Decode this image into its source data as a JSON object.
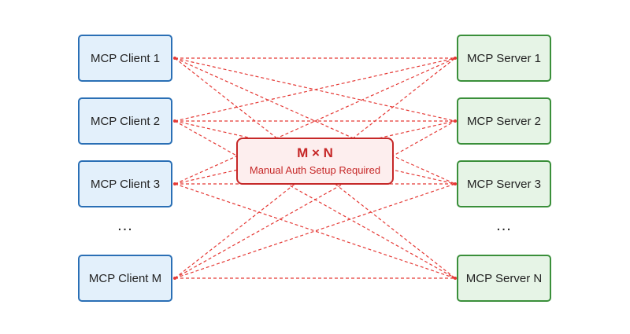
{
  "clients": [
    {
      "label": "MCP Client 1"
    },
    {
      "label": "MCP Client 2"
    },
    {
      "label": "MCP Client 3"
    },
    {
      "label": "MCP Client M"
    }
  ],
  "servers": [
    {
      "label": "MCP Server 1"
    },
    {
      "label": "MCP Server 2"
    },
    {
      "label": "MCP Server 3"
    },
    {
      "label": "MCP Server N"
    }
  ],
  "ellipsis": "...",
  "center": {
    "title": "M × N",
    "subtitle": "Manual Auth Setup Required"
  },
  "colors": {
    "connection": "#e53935",
    "center_border": "#c62828",
    "client_border": "#2a6fb5",
    "client_fill": "#e3f0fb",
    "server_border": "#3a8f3a",
    "server_fill": "#e6f4e6"
  },
  "connections": "every client connected to every server (dashed)"
}
